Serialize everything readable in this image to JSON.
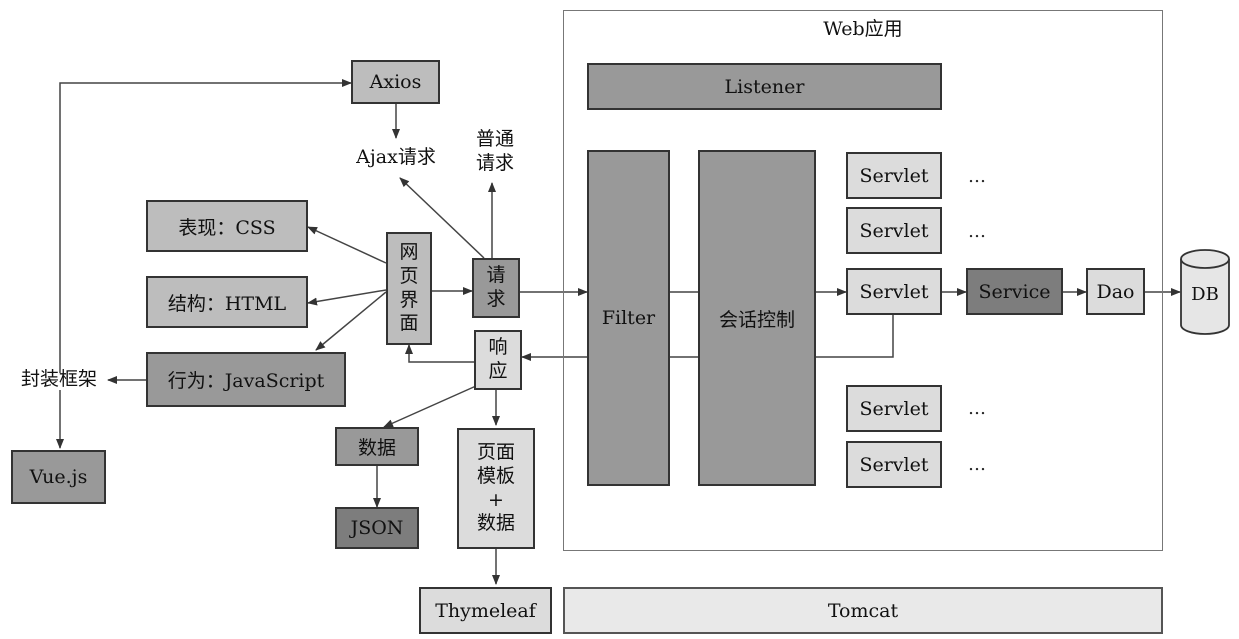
{
  "webapp": {
    "title": "Web应用",
    "listener": "Listener",
    "filter": "Filter",
    "session": "会话控制"
  },
  "servlets": [
    "Servlet",
    "Servlet",
    "Servlet",
    "Servlet",
    "Servlet"
  ],
  "ellipsis": "…",
  "backend": {
    "service": "Service",
    "dao": "Dao",
    "db": "DB"
  },
  "browser": {
    "page": "网\n页\n界\n面",
    "request": "请\n求",
    "response": "响\n应",
    "ajax": "Ajax请求",
    "normal_request": "普通\n请求",
    "axios": "Axios",
    "css": "表现：CSS",
    "html": "结构：HTML",
    "js": "行为：JavaScript",
    "framework": "封装框架",
    "vue": "Vue.js",
    "data": "数据",
    "json": "JSON",
    "template": "页面\n模板\n+\n数据",
    "thymeleaf": "Thymeleaf",
    "tomcat": "Tomcat"
  }
}
